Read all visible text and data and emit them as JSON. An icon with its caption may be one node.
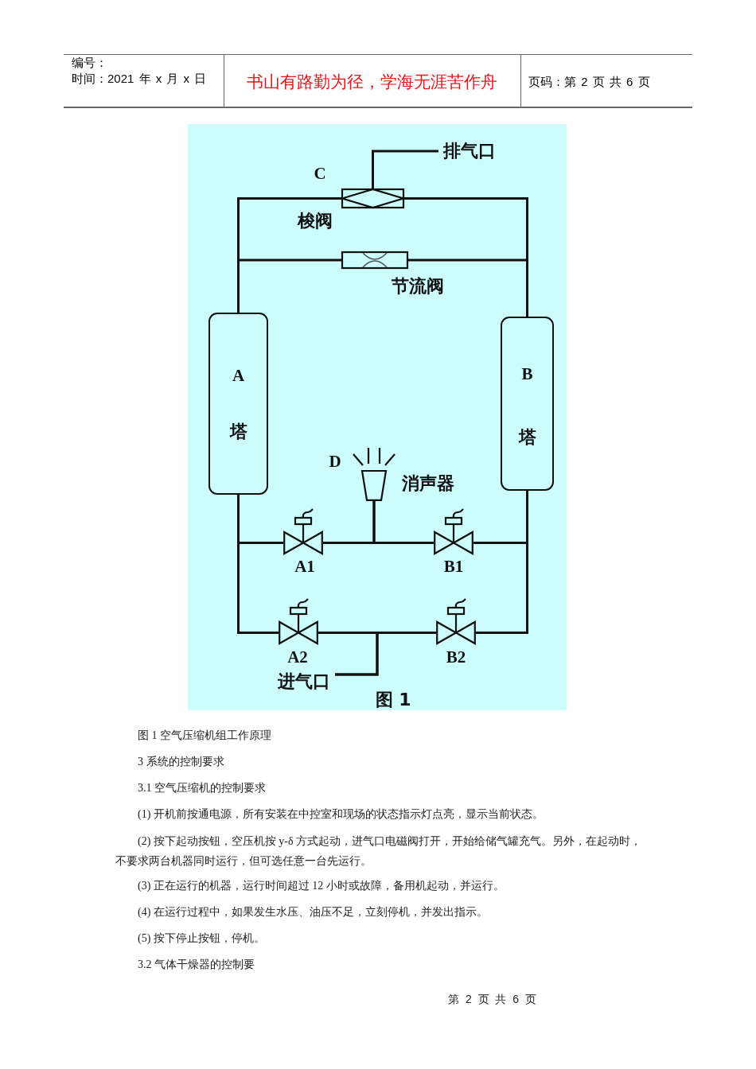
{
  "diagram": {
    "caption": "图 1 空气压缩机组工作原理",
    "nodes": [
      {
        "text": [
          "排气口"
        ]
      },
      {
        "text": [],
        "shape": "valve",
        "beside": [
          "C",
          "梭阀"
        ]
      },
      {
        "text": [],
        "shape": "valve",
        "beside": [
          "节流阀"
        ]
      },
      {
        "text": [
          "A",
          "塔"
        ]
      },
      {
        "text": [
          "B",
          "塔"
        ]
      },
      {
        "text": [],
        "shape": "trapezoid",
        "beside": [
          "D",
          "消声器"
        ]
      },
      {
        "text": [],
        "shape": "valve",
        "beside": [
          "A1"
        ]
      },
      {
        "text": [],
        "shape": "valve",
        "beside": [
          "B1"
        ]
      },
      {
        "text": [],
        "shape": "valve",
        "beside": [
          "A2"
        ]
      },
      {
        "text": [],
        "shape": "valve",
        "beside": [
          "B2"
        ]
      },
      {
        "text": [
          "进气口"
        ]
      }
    ],
    "edges": [
      {
        "from": 0,
        "to": 1,
        "arrow": "none"
      },
      {
        "from": 1,
        "to": 3,
        "arrow": "none"
      },
      {
        "from": 1,
        "to": 4,
        "arrow": "none"
      },
      {
        "from": 2,
        "to": 3,
        "arrow": "none"
      },
      {
        "from": 2,
        "to": 4,
        "arrow": "none"
      },
      {
        "from": 3,
        "to": 6,
        "arrow": "none"
      },
      {
        "from": 3,
        "to": 8,
        "arrow": "none"
      },
      {
        "from": 4,
        "to": 7,
        "arrow": "none"
      },
      {
        "from": 4,
        "to": 9,
        "arrow": "none"
      },
      {
        "from": 6,
        "to": 5,
        "arrow": "none"
      },
      {
        "from": 7,
        "to": 5,
        "arrow": "none"
      },
      {
        "from": 10,
        "to": 8,
        "arrow": "none"
      },
      {
        "from": 10,
        "to": 9,
        "arrow": "none"
      }
    ],
    "labels": [
      "编号：",
      "时间：2021 年 x 月 x 日",
      "书山有路勤为径，学海无涯苦作舟",
      "页码：第 2 页 共 6 页",
      "图 1",
      "3 系统的控制要求",
      "3.1 空气压缩机的控制要求",
      "(1) 开机前按通电源，所有安装在中控室和现场的状态指示灯点亮，显示当前状态。",
      "(2) 按下起动按钮，空压机按 y-δ 方式起动，进气口电磁阀打开，开始给储气罐充气。另外，在起动时，不要求两台机器同时运行，但可选任意一台先运行。",
      "(3) 正在运行的机器，运行时间超过 12 小时或故障，备用机起动，并运行。",
      "(4) 在运行过程中，如果发生水压、油压不足，立刻停机，并发出指示。",
      "(5) 按下停止按钮，停机。",
      "3.2 气体干燥器的控制要",
      "第 2 页 共 6 页"
    ]
  }
}
